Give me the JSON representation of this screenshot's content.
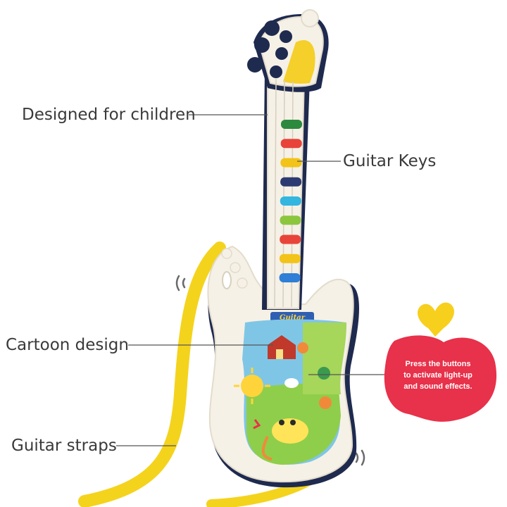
{
  "callouts": {
    "designed": "Designed for children",
    "keys": "Guitar Keys",
    "cartoon": "Cartoon design",
    "straps": "Guitar straps"
  },
  "bubble": {
    "line1": "Press the buttons",
    "line2": "to activate light-up",
    "line3": "and sound effects."
  },
  "guitar": {
    "brand": "Guitar",
    "key_colors": [
      "#2b8a3e",
      "#e8443a",
      "#f2c318",
      "#2d3a72",
      "#33b6e0",
      "#8cc63f",
      "#e8443a",
      "#f2c318",
      "#2f7fd6"
    ]
  },
  "colors": {
    "body": "#f6f1e6",
    "trim": "#1f2a4f",
    "strap": "#f4d31c",
    "bubble": "#e8314a",
    "heart": "#f7cf1d"
  }
}
